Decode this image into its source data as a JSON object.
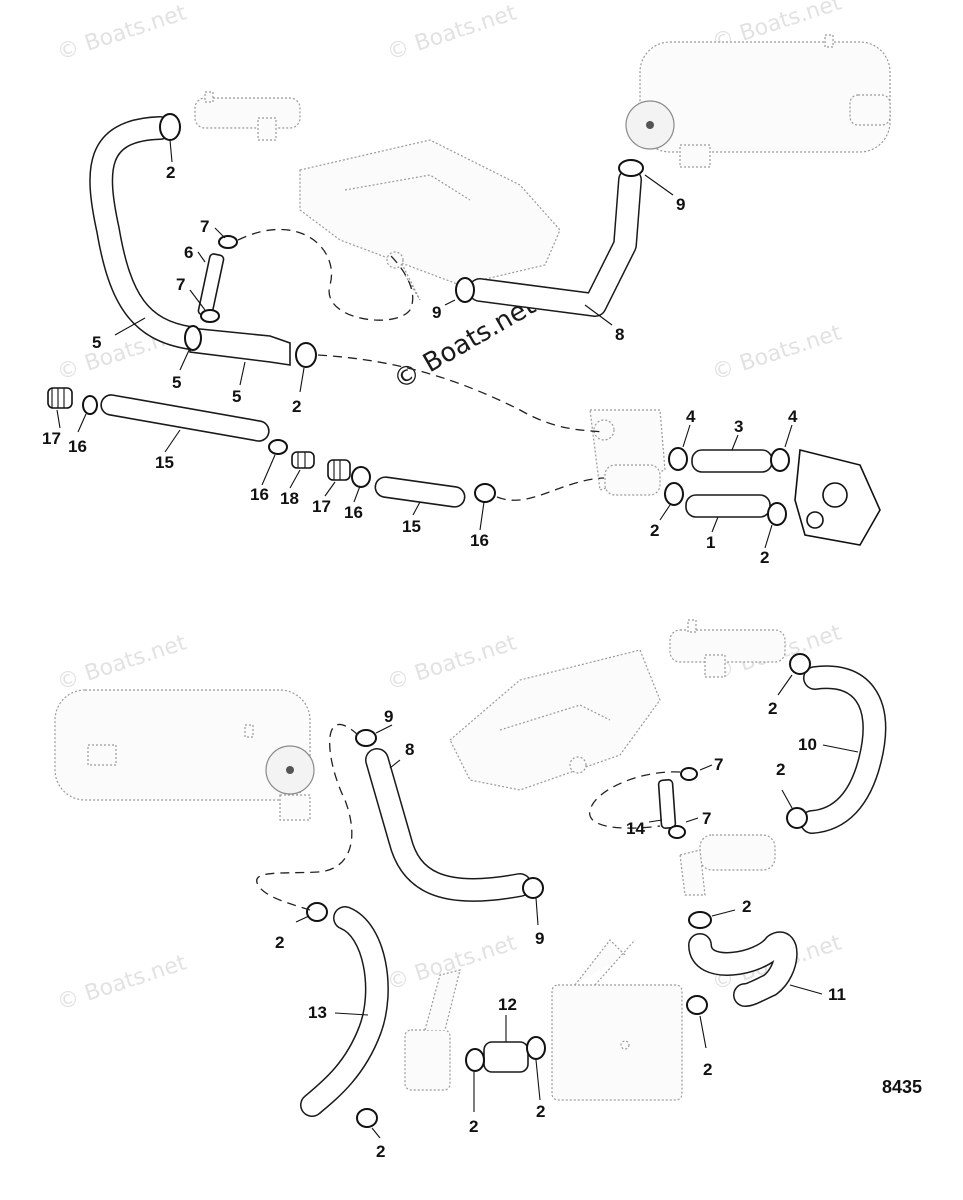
{
  "watermark": {
    "text": "© Boats.net",
    "main_text": "© Boats.net"
  },
  "figure_id": "8435",
  "top_callouts": {
    "c2a": "2",
    "c9a": "9",
    "c7a": "7",
    "c6": "6",
    "c7b": "7",
    "c9b": "9",
    "c8": "8",
    "c5a": "5",
    "c5b": "5",
    "c5c": "5",
    "c2b": "2",
    "c17a": "17",
    "c16a": "16",
    "c15a": "15",
    "c16b": "16",
    "c18": "18",
    "c17b": "17",
    "c16c": "16",
    "c15b": "15",
    "c16d": "16",
    "c4a": "4",
    "c3": "3",
    "c4b": "4",
    "c2c": "2",
    "c1": "1",
    "c2d": "2"
  },
  "bottom_callouts": {
    "c9a": "9",
    "c8": "8",
    "c2a": "2",
    "c10": "10",
    "c2b": "2",
    "c7a": "7",
    "c14": "14",
    "c7b": "7",
    "c2c": "2",
    "c9b": "9",
    "c2d": "2",
    "c13": "13",
    "c12": "12",
    "c11": "11",
    "c2e": "2",
    "c2f": "2",
    "c2g": "2",
    "c2h": "2"
  }
}
